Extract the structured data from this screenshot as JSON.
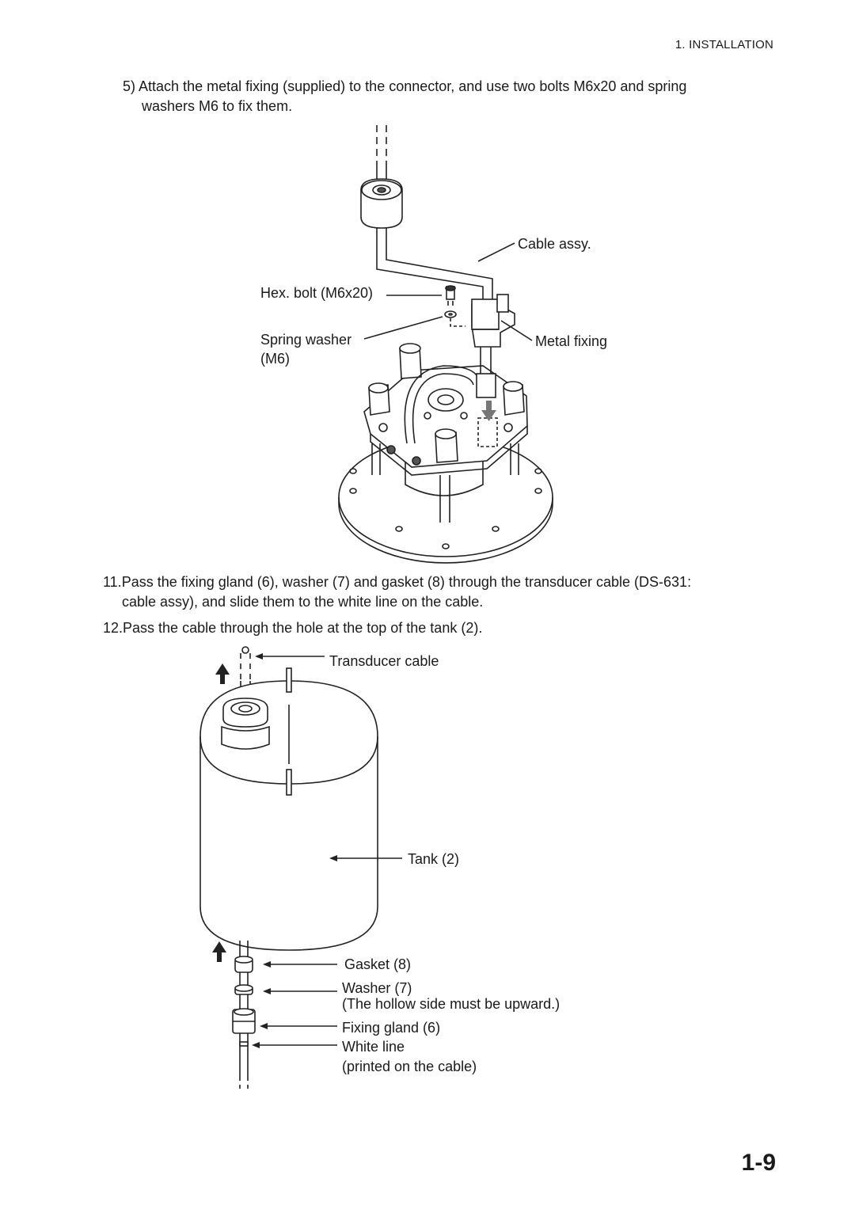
{
  "header": {
    "section": "1. INSTALLATION"
  },
  "steps": {
    "step5": {
      "number": "5)",
      "line1": "Attach the metal fixing (supplied) to the connector, and use two bolts M6x20 and spring",
      "line2": "washers M6 to fix them."
    },
    "step11": {
      "number": "11.",
      "line1": "Pass the fixing gland (6), washer (7) and gasket (8) through the transducer cable (DS-631:",
      "line2": "cable assy), and slide them to the white line on the cable."
    },
    "step12": {
      "number": "12.",
      "line1": "Pass the cable through the hole at the top of the tank (2)."
    }
  },
  "figure1": {
    "labels": {
      "cable_assy": "Cable assy.",
      "hex_bolt": "Hex. bolt (M6x20)",
      "spring_washer": "Spring washer",
      "spring_washer_size": "(M6)",
      "metal_fixing": "Metal fixing"
    }
  },
  "figure2": {
    "labels": {
      "transducer_cable": "Transducer cable",
      "tank": "Tank (2)",
      "gasket": "Gasket (8)",
      "washer": "Washer (7)",
      "washer_note": "(The hollow side must be upward.)",
      "fixing_gland": "Fixing gland (6)",
      "white_line": "White line",
      "white_line_note": "(printed on the cable)"
    }
  },
  "page_number": "1-9"
}
